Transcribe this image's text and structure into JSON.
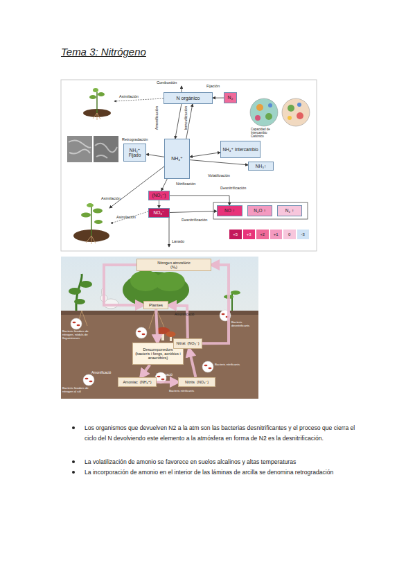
{
  "diagram": {
    "title": "Tema 3: Nitrógeno",
    "nodes": [
      {
        "text": [
          "N orgánico"
        ]
      },
      {
        "text": [
          "N₂"
        ]
      },
      {
        "text": [
          "NH₄⁺ Fijado"
        ]
      },
      {
        "text": [
          "NH₄⁺"
        ]
      },
      {
        "text": [
          "NH₄⁺ Intercambio"
        ]
      },
      {
        "text": [
          "NH₃↑"
        ]
      },
      {
        "text": [
          "(NO₂⁻)"
        ]
      },
      {
        "text": [
          "NO₃⁻"
        ]
      },
      {
        "text": [
          "NO ↑"
        ]
      },
      {
        "text": [
          "N₂O ↑"
        ]
      },
      {
        "text": [
          "N₂ ↑"
        ]
      },
      {
        "text": [
          "Nitrogen atmosfèric",
          "(N₂)"
        ]
      },
      {
        "text": [
          "Plantes"
        ]
      },
      {
        "text": [
          "Descomponedors",
          "(bacteris i fongs, aeròbics i anaeròbics)"
        ]
      },
      {
        "text": [
          "Amoniac",
          "(NH₄⁺)"
        ]
      },
      {
        "text": [
          "Nitrits",
          "(NO₂⁻)"
        ]
      },
      {
        "text": [
          "Nitrat",
          "(NO₃⁻)"
        ]
      }
    ],
    "edges": [
      {
        "from": 1,
        "to": 0,
        "label": "Fijación",
        "arrow": "to"
      },
      {
        "from": 0,
        "to": 3,
        "label": "Amonificación",
        "arrow": "to"
      },
      {
        "from": 3,
        "to": 0,
        "label": "Inmovilización",
        "arrow": "to"
      },
      {
        "from": 3,
        "to": 2,
        "label": "Retrogradación",
        "arrow": "to"
      },
      {
        "from": 3,
        "to": 4,
        "arrow": "both"
      },
      {
        "from": 3,
        "to": 5,
        "label": "Volatilización",
        "arrow": "to"
      },
      {
        "from": 3,
        "to": 6,
        "label": "Nitrificación",
        "arrow": "to"
      },
      {
        "from": 6,
        "to": 7,
        "arrow": "to"
      },
      {
        "from": 6,
        "to": 8,
        "label": "Desnitrificación",
        "arrow": "to"
      },
      {
        "from": 7,
        "to": 8,
        "label": "Desnitrificación",
        "arrow": "to"
      },
      {
        "from": 11,
        "to": 12,
        "arrow": "to"
      },
      {
        "from": 12,
        "to": 13,
        "arrow": "to"
      },
      {
        "from": 13,
        "to": 14,
        "label": "Amonificació",
        "arrow": "to"
      },
      {
        "from": 14,
        "to": 15,
        "label": "Nitrificació",
        "arrow": "to"
      },
      {
        "from": 15,
        "to": 16,
        "arrow": "to"
      },
      {
        "from": 16,
        "to": 12,
        "arrow": "to"
      },
      {
        "from": 16,
        "to": 11,
        "arrow": "to"
      }
    ],
    "labels": [
      "Combustión",
      "Asimilación",
      "Capacidad de Intercambio Catiónico",
      "Asimilación",
      "Asimilación",
      "Lavado",
      "+5",
      "+3",
      "+2",
      "+1",
      "0",
      "-3",
      "Amonificació",
      "Bacteris fixadors de nitrogen, nòduls de lleguminoses",
      "Bacteris fixadors de nitrogen al sòl",
      "Bacteris desnitrificants",
      "Bacteris nitrificants",
      "Bacteris nitrificants",
      "Los organismos que devuelven N2 a la atm son las bacterias desnitrificantes y el proceso que cierra el ciclo del N devolviendo este elemento a la atmósfera en forma de N2 es la desnitrificación.",
      "La volatilización de amonio se favorece en suelos alcalinos y altas temperaturas",
      "La incorporación de amonio en el interior de las láminas de arcilla se denomina retrogradación"
    ]
  }
}
